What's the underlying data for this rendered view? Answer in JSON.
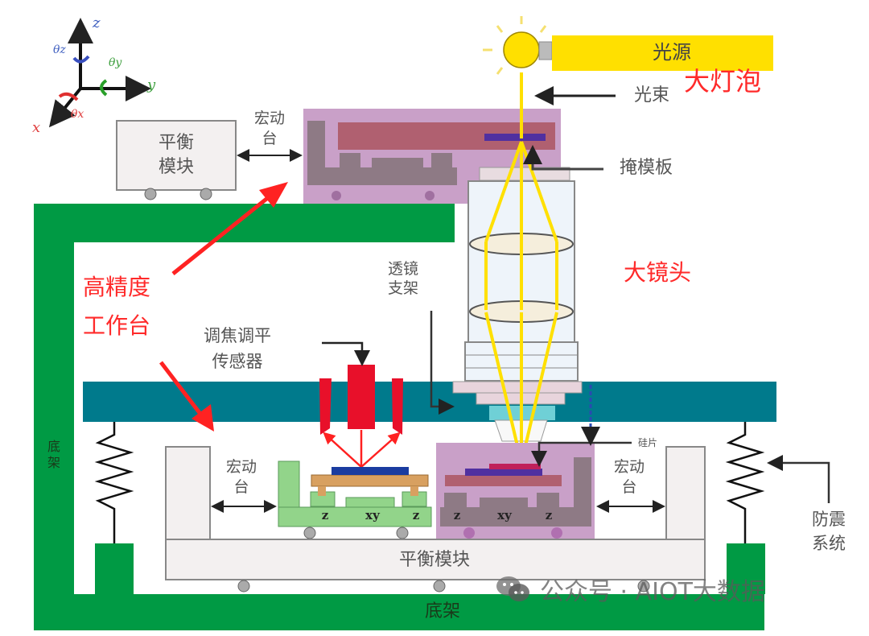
{
  "axes": {
    "z": "z",
    "y": "y",
    "x": "x",
    "theta_z": "θz",
    "theta_y": "θy",
    "theta_x": "θx"
  },
  "light_source": {
    "label": "光源",
    "beam_label": "光束",
    "annotation": "大灯泡"
  },
  "top_stage": {
    "balance_module": "平衡\n模块",
    "macro_stage_line1": "宏动",
    "macro_stage_line2": "台"
  },
  "mask": {
    "label": "掩模板"
  },
  "lens": {
    "annotation": "大镜头",
    "holder_line1": "透镜",
    "holder_line2": "支架"
  },
  "workstage_annotation": {
    "line1": "高精度",
    "line2": "工作台"
  },
  "sensor": {
    "line1": "调焦调平",
    "line2": "传感器"
  },
  "wafer": {
    "label": "硅片"
  },
  "bottom_stage": {
    "left_macro_line1": "宏动",
    "left_macro_line2": "台",
    "right_macro_line1": "宏动",
    "right_macro_line2": "台",
    "stage_labels": [
      "z",
      "xy",
      "z"
    ],
    "balance_module": "平衡模块"
  },
  "frame": {
    "base_label": "底架",
    "side_label": "底\n架"
  },
  "vibration": {
    "line1": "防震",
    "line2": "系统"
  },
  "watermark": {
    "text": "公众号 · AIOT大数据"
  },
  "colors": {
    "frame_green": "#009a44",
    "metrology_teal": "#007a8c",
    "stage_purple": "#c9a0c8",
    "beam_yellow": "#ffe000",
    "annotation_red": "#ff2a2a"
  }
}
